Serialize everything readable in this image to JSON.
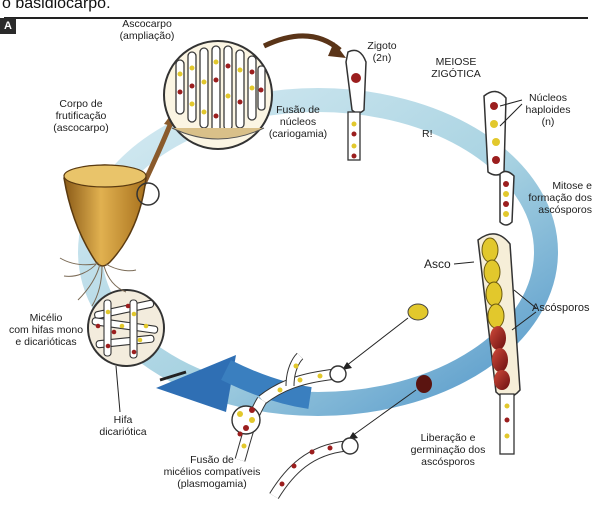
{
  "caption": "o basidiocarpo.",
  "panel_letter": "A",
  "labels": {
    "ascocarpo_ampliacao": "Ascocarpo\n(ampliação)",
    "zigoto": "Zigoto\n(2n)",
    "meiose": "MEIOSE\nZIGÓTICA",
    "r": "R!",
    "nucleos_haploides": "Núcleos\nhaploides\n(n)",
    "mitose": "Mitose e\nformação dos\nascósporos",
    "asco": "Asco",
    "ascosporos": "Ascósporos",
    "liberacao": "Liberação e\ngerminação dos\nascósporos",
    "plasmogamia": "Fusão de\nmicélios compatíveis\n(plasmogamia)",
    "hifa_dicariotica": "Hifa\ndicariótica",
    "micelio": "Micélio\ncom hifas mono\ne dicarióticas",
    "corpo_frutificacao": "Corpo de\nfrutificação\n(ascocarpo)",
    "cariogamia": "Fusão de\nnúcleos\n(cariogamia)"
  },
  "colors": {
    "cycle_ring": "#a9d3e2",
    "cycle_ring_dark": "#4f94c8",
    "arrow_brown": "#5a3418",
    "cup": "#d7a63c",
    "yellow_nucleus": "#e2c82c",
    "red_nucleus": "#9b1e1e"
  }
}
